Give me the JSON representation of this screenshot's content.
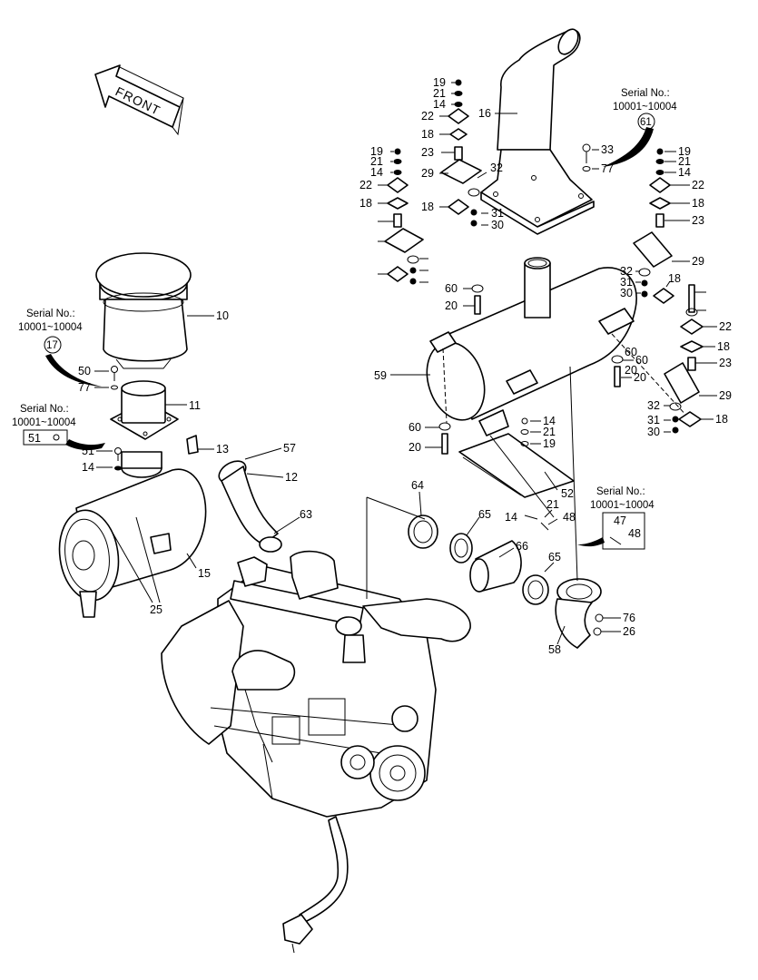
{
  "front_label": "FRONT",
  "serial_notes": [
    {
      "key": "serial_61",
      "title": "Serial No.:",
      "range": "10001~10004",
      "circle": "61"
    },
    {
      "key": "serial_17",
      "title": "Serial No.:",
      "range": "10001~10004",
      "circle": "17"
    },
    {
      "key": "serial_51",
      "title": "Serial No.:",
      "range": "10001~10004",
      "boxed": "51"
    },
    {
      "key": "serial_4748",
      "title": "Serial No.:",
      "range": "10001~10004",
      "boxed": [
        "47",
        "48"
      ]
    }
  ],
  "callouts": [
    "19",
    "21",
    "14",
    "22",
    "18",
    "16",
    "19",
    "21",
    "14",
    "22",
    "18",
    "23",
    "29",
    "32",
    "18",
    "31",
    "30",
    "33",
    "77",
    "19",
    "21",
    "14",
    "22",
    "18",
    "23",
    "29",
    "32",
    "31",
    "30",
    "18",
    "60",
    "20",
    "60",
    "20",
    "22",
    "18",
    "23",
    "29",
    "32",
    "31",
    "30",
    "18",
    "59",
    "60",
    "20",
    "14",
    "21",
    "19",
    "60",
    "20",
    "52",
    "21",
    "14",
    "48",
    "10",
    "50",
    "77",
    "11",
    "51",
    "14",
    "13",
    "57",
    "12",
    "15",
    "25",
    "63",
    "64",
    "65",
    "66",
    "65",
    "58",
    "76",
    "26"
  ],
  "colors": {
    "line": "#000000",
    "background": "#ffffff"
  }
}
